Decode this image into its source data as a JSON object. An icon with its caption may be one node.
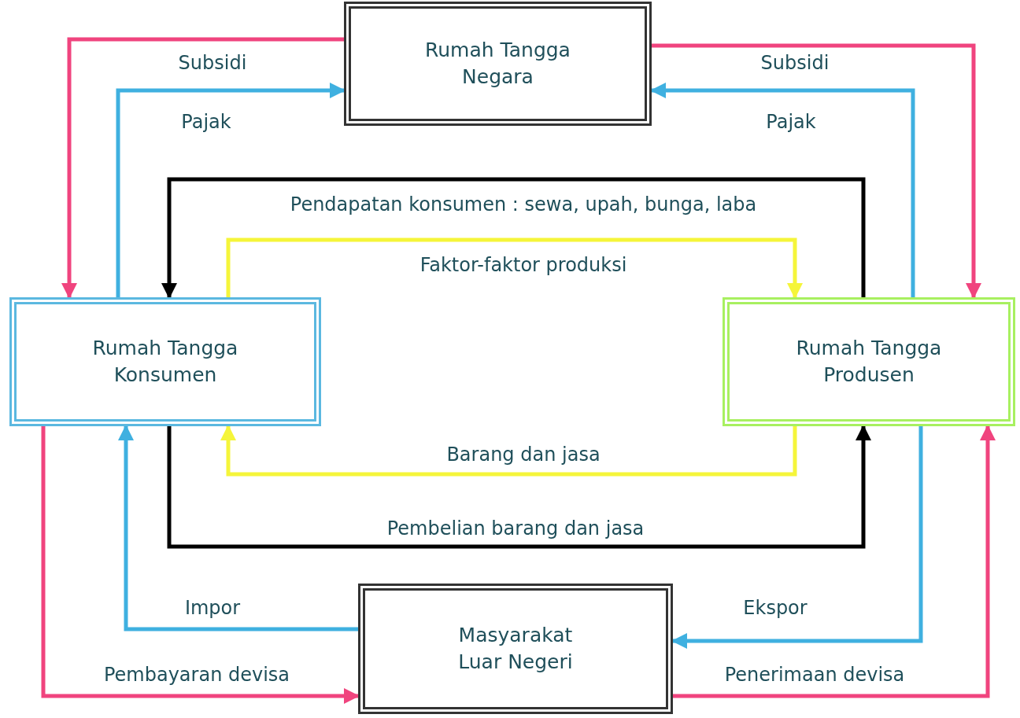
{
  "diagram": {
    "nodes": [
      {
        "text": [
          "Rumah Tangga Negara"
        ]
      },
      {
        "text": [
          "Rumah Tangga Konsumen"
        ]
      },
      {
        "text": [
          "Rumah Tangga Produsen"
        ]
      },
      {
        "text": [
          "Masyarakat Luar Negeri"
        ]
      }
    ],
    "edges": [
      {
        "from": 0,
        "to": 1,
        "arrow": "to",
        "label": "Subsidi",
        "color": "#f0447e"
      },
      {
        "from": 1,
        "to": 0,
        "arrow": "to",
        "label": "Pajak",
        "color": "#3fb0e0"
      },
      {
        "from": 0,
        "to": 2,
        "arrow": "to",
        "label": "Subsidi",
        "color": "#f0447e"
      },
      {
        "from": 2,
        "to": 0,
        "arrow": "to",
        "label": "Pajak",
        "color": "#3fb0e0"
      },
      {
        "from": 2,
        "to": 1,
        "arrow": "to",
        "label": "Pendapatan konsumen : sewa, upah, bunga, laba",
        "color": "#000000"
      },
      {
        "from": 1,
        "to": 2,
        "arrow": "to",
        "label": "Faktor-faktor produksi",
        "color": "#f5f53a"
      },
      {
        "from": 2,
        "to": 1,
        "arrow": "to",
        "label": "Barang dan jasa",
        "color": "#f5f53a"
      },
      {
        "from": 1,
        "to": 2,
        "arrow": "to",
        "label": "Pembelian barang dan jasa",
        "color": "#000000"
      },
      {
        "from": 3,
        "to": 1,
        "arrow": "to",
        "label": "Impor",
        "color": "#3fb0e0"
      },
      {
        "from": 1,
        "to": 3,
        "arrow": "to",
        "label": "Pembayaran devisa",
        "color": "#f0447e"
      },
      {
        "from": 2,
        "to": 3,
        "arrow": "to",
        "label": "Ekspor",
        "color": "#3fb0e0"
      },
      {
        "from": 3,
        "to": 2,
        "arrow": "to",
        "label": "Penerimaan devisa",
        "color": "#f0447e"
      }
    ]
  }
}
